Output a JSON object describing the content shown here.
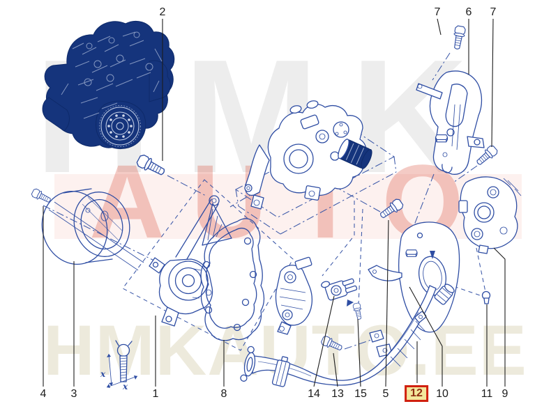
{
  "watermarks": {
    "brand_top": "HMK",
    "brand_middle": "AUTO",
    "brand_bottom": "HMKAUTO.EE"
  },
  "callouts": {
    "c2": "2",
    "c7a": "7",
    "c6": "6",
    "c7b": "7",
    "c4": "4",
    "c3": "3",
    "c1": "1",
    "c8": "8",
    "c14": "14",
    "c13": "13",
    "c15": "15",
    "c5": "5",
    "c12": "12",
    "c10": "10",
    "c11": "11",
    "c9": "9"
  },
  "highlight": {
    "part_number": "12",
    "border_color": "#d0200f",
    "background_color": "#f3e79c",
    "text_color": "#8e2d12"
  },
  "inset_dimensions": {
    "dim1": "x",
    "dim2": "x"
  },
  "colors": {
    "line_blue": "#2e4da3",
    "engine_navy": "#15347c",
    "label_text": "#1a1a1a",
    "watermark_gray": "#ededed",
    "watermark_red": "#d95440",
    "watermark_cream": "#edeadc"
  }
}
